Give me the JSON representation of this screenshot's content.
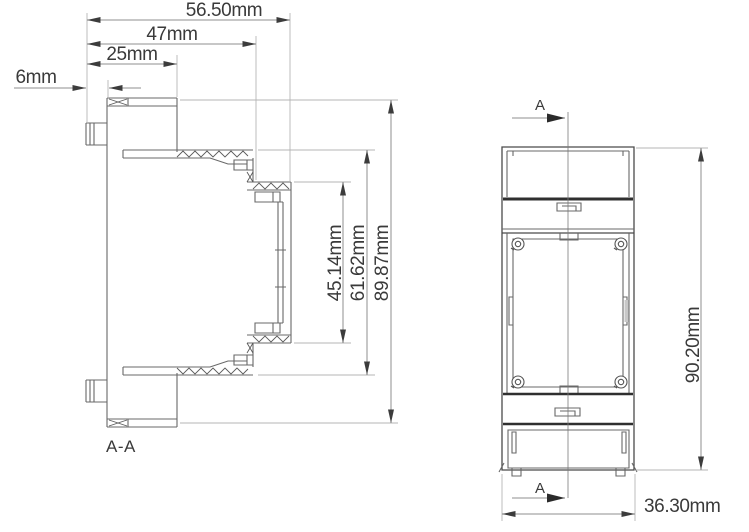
{
  "drawing": {
    "background": "#ffffff",
    "object_line_color": "#686868",
    "dark_line_color": "#2f2f2f",
    "dimension_line_color": "#8f8f8f",
    "extension_line_color": "#b5b5b5",
    "text_color": "#3a3a3a",
    "section_view": {
      "label": "A-A",
      "dimensions": {
        "d6": "6mm",
        "d25": "25mm",
        "d47": "47mm",
        "d56": "56.50mm",
        "d45": "45.14mm",
        "d61": "61.62mm",
        "d89": "89.87mm"
      }
    },
    "front_view": {
      "section_marker_top": "A",
      "section_marker_bottom": "A",
      "dimensions": {
        "height": "90.20mm",
        "width": "36.30mm"
      }
    }
  }
}
